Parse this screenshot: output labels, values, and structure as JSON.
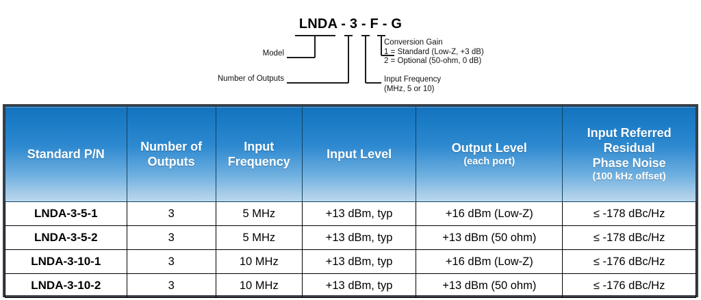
{
  "part_number_diagram": {
    "code": "LNDA - 3 - F - G",
    "annotations": {
      "model": "Model",
      "number_of_outputs": "Number of Outputs",
      "conversion_gain": {
        "title": "Conversion Gain",
        "option_1": "1 = Standard (Low-Z, +3 dB)",
        "option_2": "2 = Optional (50-ohm, 0 dB)"
      },
      "input_frequency": {
        "title": "Input Frequency",
        "detail": "(MHz, 5 or 10)"
      }
    }
  },
  "spec_table": {
    "columns": [
      {
        "label": "Standard P/N",
        "sub": ""
      },
      {
        "label": "Number of\nOutputs",
        "sub": ""
      },
      {
        "label": "Input\nFrequency",
        "sub": ""
      },
      {
        "label": "Input Level",
        "sub": ""
      },
      {
        "label": "Output Level",
        "sub": "(each port)"
      },
      {
        "label": "Input Referred\nResidual\nPhase Noise",
        "sub": "(100 kHz offset)"
      }
    ],
    "rows": [
      {
        "pn": "LNDA-3-5-1",
        "outputs": "3",
        "input_frequency": "5 MHz",
        "input_level": "+13 dBm, typ",
        "output_level": "+16 dBm (Low-Z)",
        "phase_noise": "≤ -178 dBc/Hz"
      },
      {
        "pn": "LNDA-3-5-2",
        "outputs": "3",
        "input_frequency": "5 MHz",
        "input_level": "+13 dBm, typ",
        "output_level": "+13 dBm (50 ohm)",
        "phase_noise": "≤ -178 dBc/Hz"
      },
      {
        "pn": "LNDA-3-10-1",
        "outputs": "3",
        "input_frequency": "10 MHz",
        "input_level": "+13 dBm, typ",
        "output_level": "+16 dBm (Low-Z)",
        "phase_noise": "≤ -176 dBc/Hz"
      },
      {
        "pn": "LNDA-3-10-2",
        "outputs": "3",
        "input_frequency": "10 MHz",
        "input_level": "+13 dBm, typ",
        "output_level": "+13 dBm (50 ohm)",
        "phase_noise": "≤ -176 dBc/Hz"
      }
    ]
  },
  "colors": {
    "header_blue_top": "#1573be",
    "header_blue_bottom": "#bcd9ef",
    "border_dark": "#3a3f47",
    "text": "#000000"
  }
}
